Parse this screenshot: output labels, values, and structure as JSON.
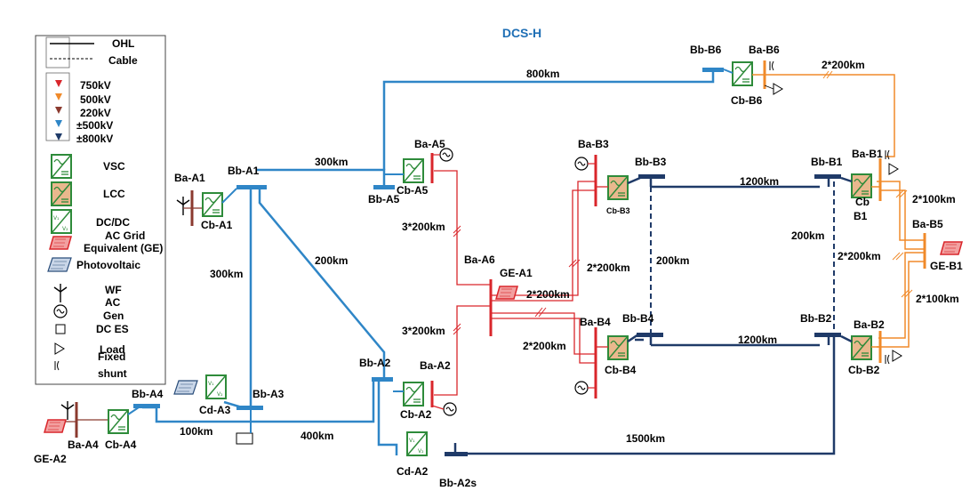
{
  "title": "DCS-H",
  "colors": {
    "kv750": "#d9262b",
    "kv500": "#f08a2a",
    "kv220": "#8b3a2f",
    "dc500": "#2f86c7",
    "dc800": "#1f3a68",
    "vsc_fill": "#ffffff",
    "vsc_border": "#3a9a3a",
    "lcc_fill": "#e8b890",
    "ge_fill": "#d9262b"
  },
  "legend": {
    "ohl": "OHL",
    "cable": "Cable",
    "voltages": [
      "750kV",
      "500kV",
      "220kV",
      "±500kV",
      "±800kV"
    ],
    "vsc": "VSC",
    "lcc": "LCC",
    "dcdc": "DC/DC",
    "ge_line1": "AC Grid",
    "ge_line2": "Equivalent (GE)",
    "pv": "Photovoltaic",
    "wf": "WF",
    "ac_gen_1": "AC",
    "ac_gen_2": "Gen",
    "dc_es": "DC ES",
    "load": "Load",
    "shunt_1": "Fixed",
    "shunt_2": "shunt"
  },
  "labels": {
    "ba_a1": "Ba-A1",
    "bb_a1": "Bb-A1",
    "cb_a1": "Cb-A1",
    "bb_a3": "Bb-A3",
    "cd_a3": "Cd-A3",
    "bb_a4": "Bb-A4",
    "ba_a4": "Ba-A4",
    "cb_a4": "Cb-A4",
    "ge_a2": "GE-A2",
    "ba_a5": "Ba-A5",
    "bb_a5": "Bb-A5",
    "cb_a5": "Cb-A5",
    "ba_a6": "Ba-A6",
    "ge_a1": "GE-A1",
    "ba_a2": "Ba-A2",
    "bb_a2": "Bb-A2",
    "cb_a2": "Cb-A2",
    "cd_a2": "Cd-A2",
    "bb_a2s": "Bb-A2s",
    "ba_b3": "Ba-B3",
    "bb_b3": "Bb-B3",
    "cb_b3": "Cb-B3",
    "ba_b4": "Ba-B4",
    "bb_b4": "Bb-B4",
    "cb_b4": "Cb-B4",
    "bb_b1": "Bb-B1",
    "ba_b1": "Ba-B1",
    "cb_b1_top": "Cb",
    "cb_b1_bottom": "B1",
    "bb_b2": "Bb-B2",
    "ba_b2": "Ba-B2",
    "cb_b2": "Cb-B2",
    "ba_b5": "Ba-B5",
    "ge_b1": "GE-B1",
    "bb_b6": "Bb-B6",
    "ba_b6": "Ba-B6",
    "cb_b6": "Cb-B6"
  },
  "distances": {
    "l_800": "800km",
    "l_300_top": "300km",
    "l_300_vert": "300km",
    "l_200_diag": "200km",
    "l_100": "100km",
    "l_400": "400km",
    "l_1500": "1500km",
    "l_3x200_top": "3*200km",
    "l_3x200_bot": "3*200km",
    "l_2x200_mid": "2*200km",
    "l_2x200_right": "2*200km",
    "l_2x200_low": "2*200km",
    "l_200_b3b4": "200km",
    "l_1200_top": "1200km",
    "l_1200_bot": "1200km",
    "l_200_b1b2": "200km",
    "l_2x200_b6": "2*200km",
    "l_2x100_top": "2*100km",
    "l_2x200_b5": "2*200km",
    "l_2x100_bot": "2*100km"
  },
  "icons": [
    "vsc-converter-icon",
    "lcc-converter-icon",
    "dcdc-converter-icon",
    "ac-grid-equivalent-icon",
    "photovoltaic-icon",
    "wind-farm-icon",
    "ac-generator-icon",
    "dc-energy-storage-icon",
    "load-icon",
    "fixed-shunt-icon"
  ]
}
